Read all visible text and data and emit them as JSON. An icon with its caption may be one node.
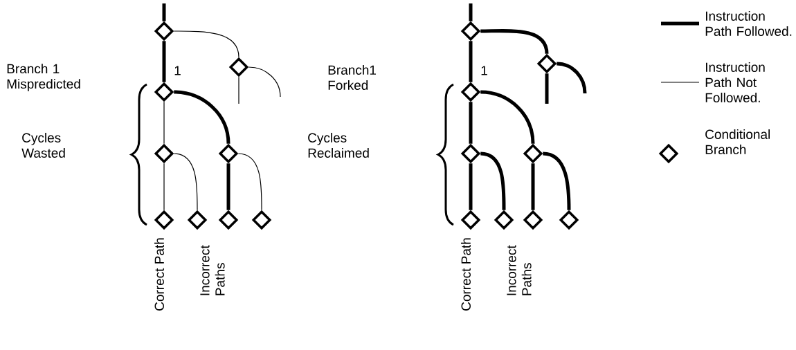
{
  "diagram": {
    "nodes": [
      {
        "text": [],
        "shape": "diamond"
      },
      {
        "text": [],
        "shape": "diamond"
      },
      {
        "text": [],
        "shape": "diamond"
      },
      {
        "text": [],
        "shape": "diamond"
      },
      {
        "text": [],
        "shape": "diamond"
      },
      {
        "text": [],
        "shape": "diamond"
      },
      {
        "text": [],
        "shape": "diamond"
      },
      {
        "text": [],
        "shape": "diamond"
      },
      {
        "text": [],
        "shape": "diamond"
      },
      {
        "text": [],
        "shape": "diamond"
      },
      {
        "text": [],
        "shape": "diamond"
      },
      {
        "text": [],
        "shape": "diamond"
      },
      {
        "text": [],
        "shape": "diamond"
      },
      {
        "text": [],
        "shape": "diamond"
      },
      {
        "text": [],
        "shape": "diamond"
      },
      {
        "text": [],
        "shape": "diamond"
      },
      {
        "text": [],
        "shape": "diamond"
      },
      {
        "text": [],
        "shape": "diamond"
      }
    ],
    "edges": [
      {
        "from": null,
        "to": 0,
        "arrow": "none"
      },
      {
        "from": 0,
        "to": 2,
        "arrow": "none"
      },
      {
        "from": 0,
        "to": 1,
        "arrow": "none"
      },
      {
        "from": 1,
        "to": null,
        "arrow": "none"
      },
      {
        "from": 1,
        "to": null,
        "arrow": "none"
      },
      {
        "from": 2,
        "to": 3,
        "arrow": "none"
      },
      {
        "from": 2,
        "to": 4,
        "arrow": "none"
      },
      {
        "from": 3,
        "to": 5,
        "arrow": "none"
      },
      {
        "from": 3,
        "to": 6,
        "arrow": "none"
      },
      {
        "from": 4,
        "to": 7,
        "arrow": "none"
      },
      {
        "from": 4,
        "to": 8,
        "arrow": "none"
      },
      {
        "from": null,
        "to": 9,
        "arrow": "none"
      },
      {
        "from": 9,
        "to": 11,
        "arrow": "none"
      },
      {
        "from": 9,
        "to": 10,
        "arrow": "none"
      },
      {
        "from": 10,
        "to": null,
        "arrow": "none"
      },
      {
        "from": 10,
        "to": null,
        "arrow": "none"
      },
      {
        "from": 11,
        "to": 12,
        "arrow": "none"
      },
      {
        "from": 11,
        "to": 13,
        "arrow": "none"
      },
      {
        "from": 12,
        "to": 14,
        "arrow": "none"
      },
      {
        "from": 12,
        "to": 15,
        "arrow": "none"
      },
      {
        "from": 13,
        "to": 16,
        "arrow": "none"
      },
      {
        "from": 13,
        "to": 17,
        "arrow": "none"
      }
    ],
    "labels": [
      "Branch 1 Mispredicted",
      "1",
      "Cycles Wasted",
      "Correct Path",
      "Incorrect Paths",
      "Branch1 Forked",
      "1",
      "Cycles Reclaimed",
      "Correct Path",
      "Incorrect Paths"
    ],
    "legend": [
      {
        "text": "Instruction Path Followed."
      },
      {
        "text": "Instruction Path Not Followed."
      },
      {
        "text": "Conditional Branch"
      }
    ]
  }
}
